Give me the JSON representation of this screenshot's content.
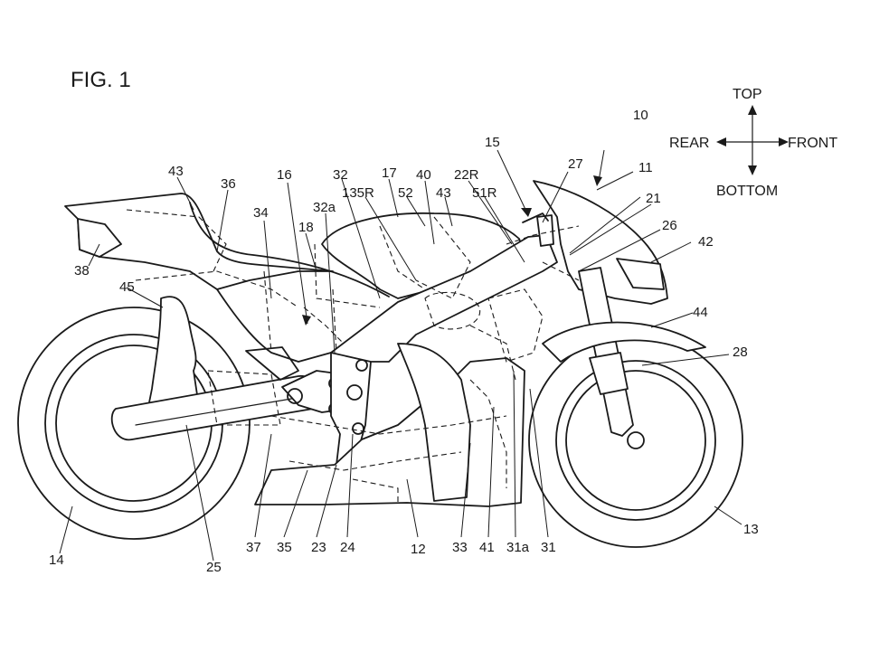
{
  "figure": {
    "title": "FIG. 1",
    "directions": {
      "top": "TOP",
      "bottom": "BOTTOM",
      "rear": "REAR",
      "front": "FRONT"
    },
    "labels": [
      {
        "id": "10",
        "text": "10"
      },
      {
        "id": "11",
        "text": "11"
      },
      {
        "id": "12",
        "text": "12"
      },
      {
        "id": "13",
        "text": "13"
      },
      {
        "id": "14",
        "text": "14"
      },
      {
        "id": "15",
        "text": "15"
      },
      {
        "id": "16",
        "text": "16"
      },
      {
        "id": "17",
        "text": "17"
      },
      {
        "id": "18",
        "text": "18"
      },
      {
        "id": "21",
        "text": "21"
      },
      {
        "id": "22R",
        "text": "22R"
      },
      {
        "id": "23",
        "text": "23"
      },
      {
        "id": "24",
        "text": "24"
      },
      {
        "id": "25",
        "text": "25"
      },
      {
        "id": "26",
        "text": "26"
      },
      {
        "id": "27",
        "text": "27"
      },
      {
        "id": "28",
        "text": "28"
      },
      {
        "id": "31",
        "text": "31"
      },
      {
        "id": "31a",
        "text": "31a"
      },
      {
        "id": "32",
        "text": "32"
      },
      {
        "id": "32a",
        "text": "32a"
      },
      {
        "id": "33",
        "text": "33"
      },
      {
        "id": "34",
        "text": "34"
      },
      {
        "id": "35",
        "text": "35"
      },
      {
        "id": "36",
        "text": "36"
      },
      {
        "id": "37",
        "text": "37"
      },
      {
        "id": "38",
        "text": "38"
      },
      {
        "id": "40",
        "text": "40"
      },
      {
        "id": "41",
        "text": "41"
      },
      {
        "id": "42",
        "text": "42"
      },
      {
        "id": "43a",
        "text": "43"
      },
      {
        "id": "43b",
        "text": "43"
      },
      {
        "id": "44",
        "text": "44"
      },
      {
        "id": "45",
        "text": "45"
      },
      {
        "id": "51R",
        "text": "51R"
      },
      {
        "id": "52",
        "text": "52"
      },
      {
        "id": "135R",
        "text": "135R"
      }
    ]
  }
}
